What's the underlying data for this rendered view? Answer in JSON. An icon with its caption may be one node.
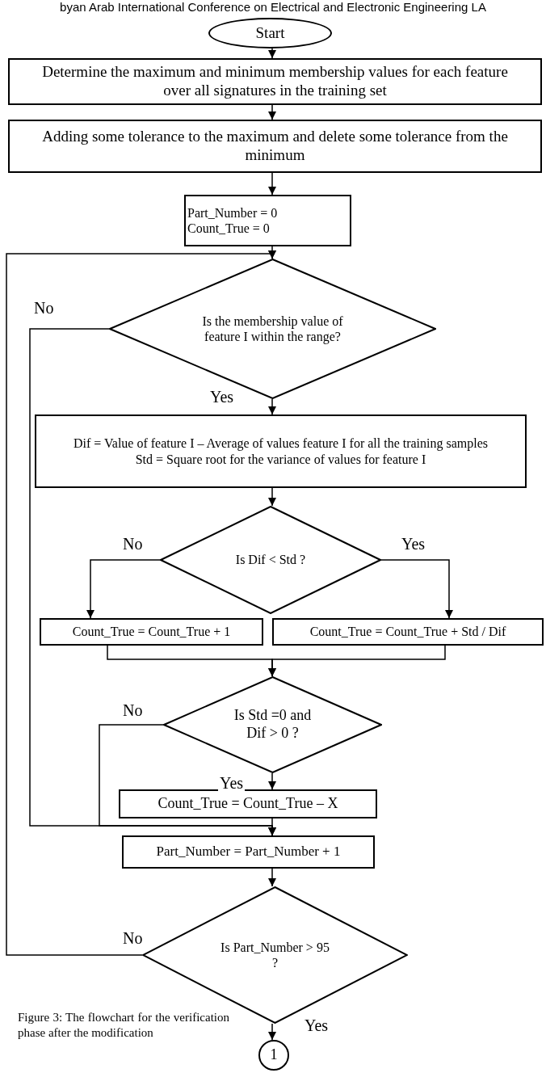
{
  "diagram": {
    "caption": "Figure 3: The flowchart for the verification phase after the modification",
    "nodes": [
      {
        "text": [
          "Start"
        ]
      },
      {
        "text": [
          "Determine the maximum and minimum membership values for each feature over all signatures in the training set"
        ]
      },
      {
        "text": [
          "Adding some tolerance to the maximum and delete some tolerance from the minimum"
        ]
      },
      {
        "text": [
          "Part_Number = 0",
          "Count_True = 0"
        ]
      },
      {
        "text": [
          "Is the membership value of feature I within the range?"
        ]
      },
      {
        "text": [
          "Dif = Value of feature I – Average of values feature I for all the training samples",
          "Std = Square root for the variance of values for feature I"
        ]
      },
      {
        "text": [
          "Is Dif < Std ?"
        ]
      },
      {
        "text": [
          "Count_True = Count_True + 1"
        ]
      },
      {
        "text": [
          "Count_True = Count_True + Std / Dif"
        ]
      },
      {
        "text": [
          "Is Std =0 and Dif > 0 ?"
        ]
      },
      {
        "text": [
          "Count_True = Count_True – X"
        ]
      },
      {
        "text": [
          "Part_Number = Part_Number + 1"
        ]
      },
      {
        "text": [
          "Is Part_Number > 95 ?"
        ]
      },
      {
        "text": [
          "1"
        ]
      }
    ],
    "edges": [
      {
        "from": 0,
        "to": 1,
        "arrow": "to"
      },
      {
        "from": 1,
        "to": 2,
        "arrow": "to"
      },
      {
        "from": 2,
        "to": 3,
        "arrow": "to"
      },
      {
        "from": 3,
        "to": 4,
        "arrow": "to"
      },
      {
        "from": 4,
        "to": 5,
        "arrow": "to",
        "label": "Yes"
      },
      {
        "from": 5,
        "to": 6,
        "arrow": "to"
      },
      {
        "from": 6,
        "to": 7,
        "arrow": "to",
        "label": "No"
      },
      {
        "from": 6,
        "to": 8,
        "arrow": "to",
        "label": "Yes"
      },
      {
        "from": 7,
        "to": 9,
        "arrow": "to"
      },
      {
        "from": 8,
        "to": 9,
        "arrow": "to"
      },
      {
        "from": 9,
        "to": 10,
        "arrow": "to",
        "label": "Yes"
      },
      {
        "from": 9,
        "to": 11,
        "arrow": "to",
        "label": "No"
      },
      {
        "from": 4,
        "to": 11,
        "arrow": "to",
        "label": "No"
      },
      {
        "from": 10,
        "to": 11,
        "arrow": "to"
      },
      {
        "from": 11,
        "to": 12,
        "arrow": "to"
      },
      {
        "from": 12,
        "to": 4,
        "arrow": "to",
        "label": "No"
      },
      {
        "from": 12,
        "to": 13,
        "arrow": "to",
        "label": "Yes"
      }
    ],
    "labels": [
      "byan Arab International Conference on Electrical and Electronic Engineering LA"
    ]
  }
}
